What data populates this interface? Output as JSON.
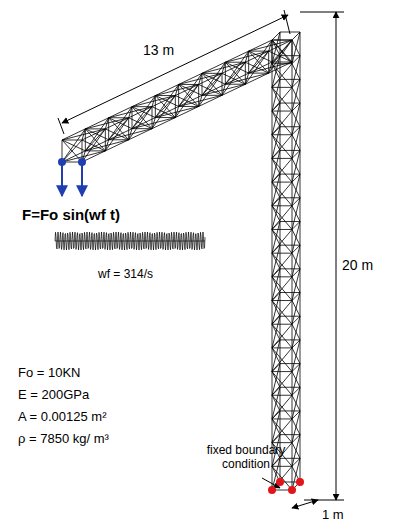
{
  "diagram": {
    "labels": [
      "13 m",
      "F=Fo sin(wf t)",
      "wf = 314/s",
      "Fo = 10KN",
      "E = 200GPa",
      "A = 0.00125 m²",
      "ρ = 7850 kg/ m³",
      "20 m",
      "fixed boundary condition",
      "1 m"
    ]
  }
}
